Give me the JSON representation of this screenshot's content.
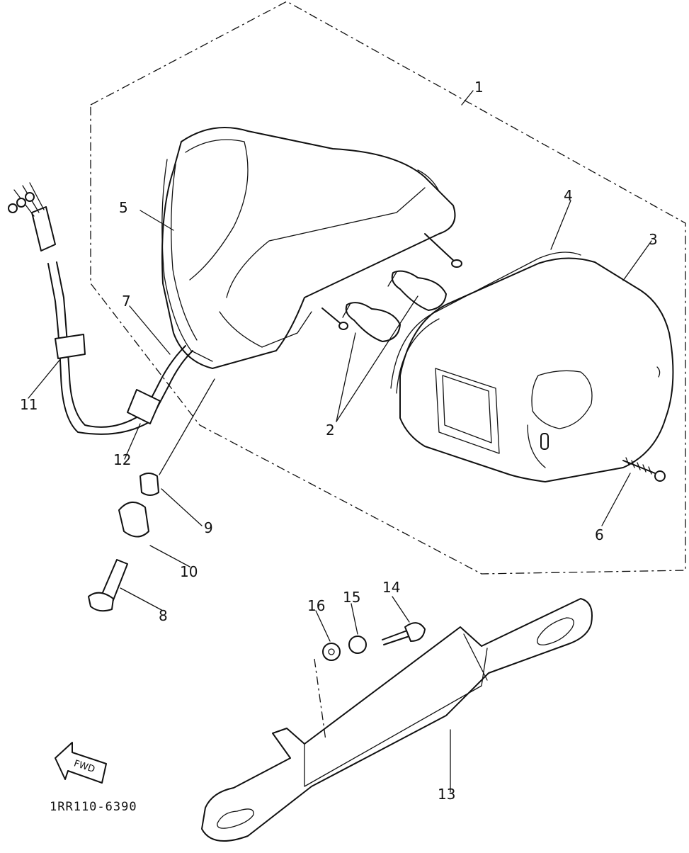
{
  "diagram": {
    "callouts": [
      "1",
      "2",
      "3",
      "4",
      "5",
      "6",
      "7",
      "8",
      "9",
      "10",
      "11",
      "12",
      "13",
      "14",
      "15",
      "16"
    ],
    "direction_arrow_text": "FWD",
    "fwd_label": "FWD",
    "reference_code": "1RR110-6390"
  }
}
